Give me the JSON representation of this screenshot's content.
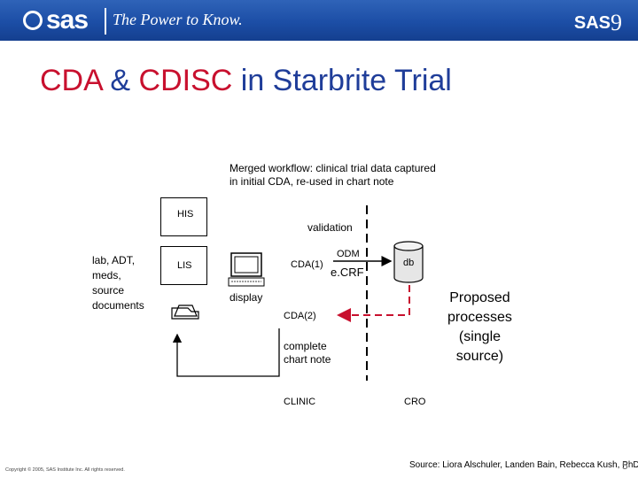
{
  "header": {
    "logo": "sas",
    "tagline": "The Power to Know.",
    "version_mark": "SAS",
    "version_number": "9",
    "banner_color": "#1f4fa3"
  },
  "slide": {
    "title_part1": "CDA",
    "title_part2": "&",
    "title_part3": "CDISC",
    "title_part4": "in Starbrite Trial",
    "title_red": "#c8102e",
    "title_blue": "#1f3d99"
  },
  "diagram": {
    "caption_line1": "Merged workflow: clinical trial data captured",
    "caption_line2": "in initial CDA, re-used in chart note",
    "his": "HIS",
    "lis": "LIS",
    "validation": "validation",
    "odm": "ODM",
    "cda1": "CDA(1)",
    "ecrf": "e.CRF",
    "db": "db",
    "display": "display",
    "cda2": "CDA(2)",
    "complete_line1": "complete",
    "complete_line2": "chart note",
    "clinic": "CLINIC",
    "cro": "CRO",
    "left_line1": "lab, ADT,",
    "left_line2": "meds,",
    "left_line3": "source",
    "left_line4": "documents",
    "proposed_line1": "Proposed",
    "proposed_line2": "processes",
    "proposed_line3": "(single",
    "proposed_line4": "source)",
    "dashed_color": "#c8102e",
    "icons": [
      "computer-icon",
      "document-icon",
      "database-icon"
    ]
  },
  "footer": {
    "copyright": "Copyright © 2005, SAS Institute Inc. All rights reserved.",
    "source": "Source:  Liora Alschuler, Landen Bain, Rebecca Kush, PhD.",
    "page": "5"
  }
}
